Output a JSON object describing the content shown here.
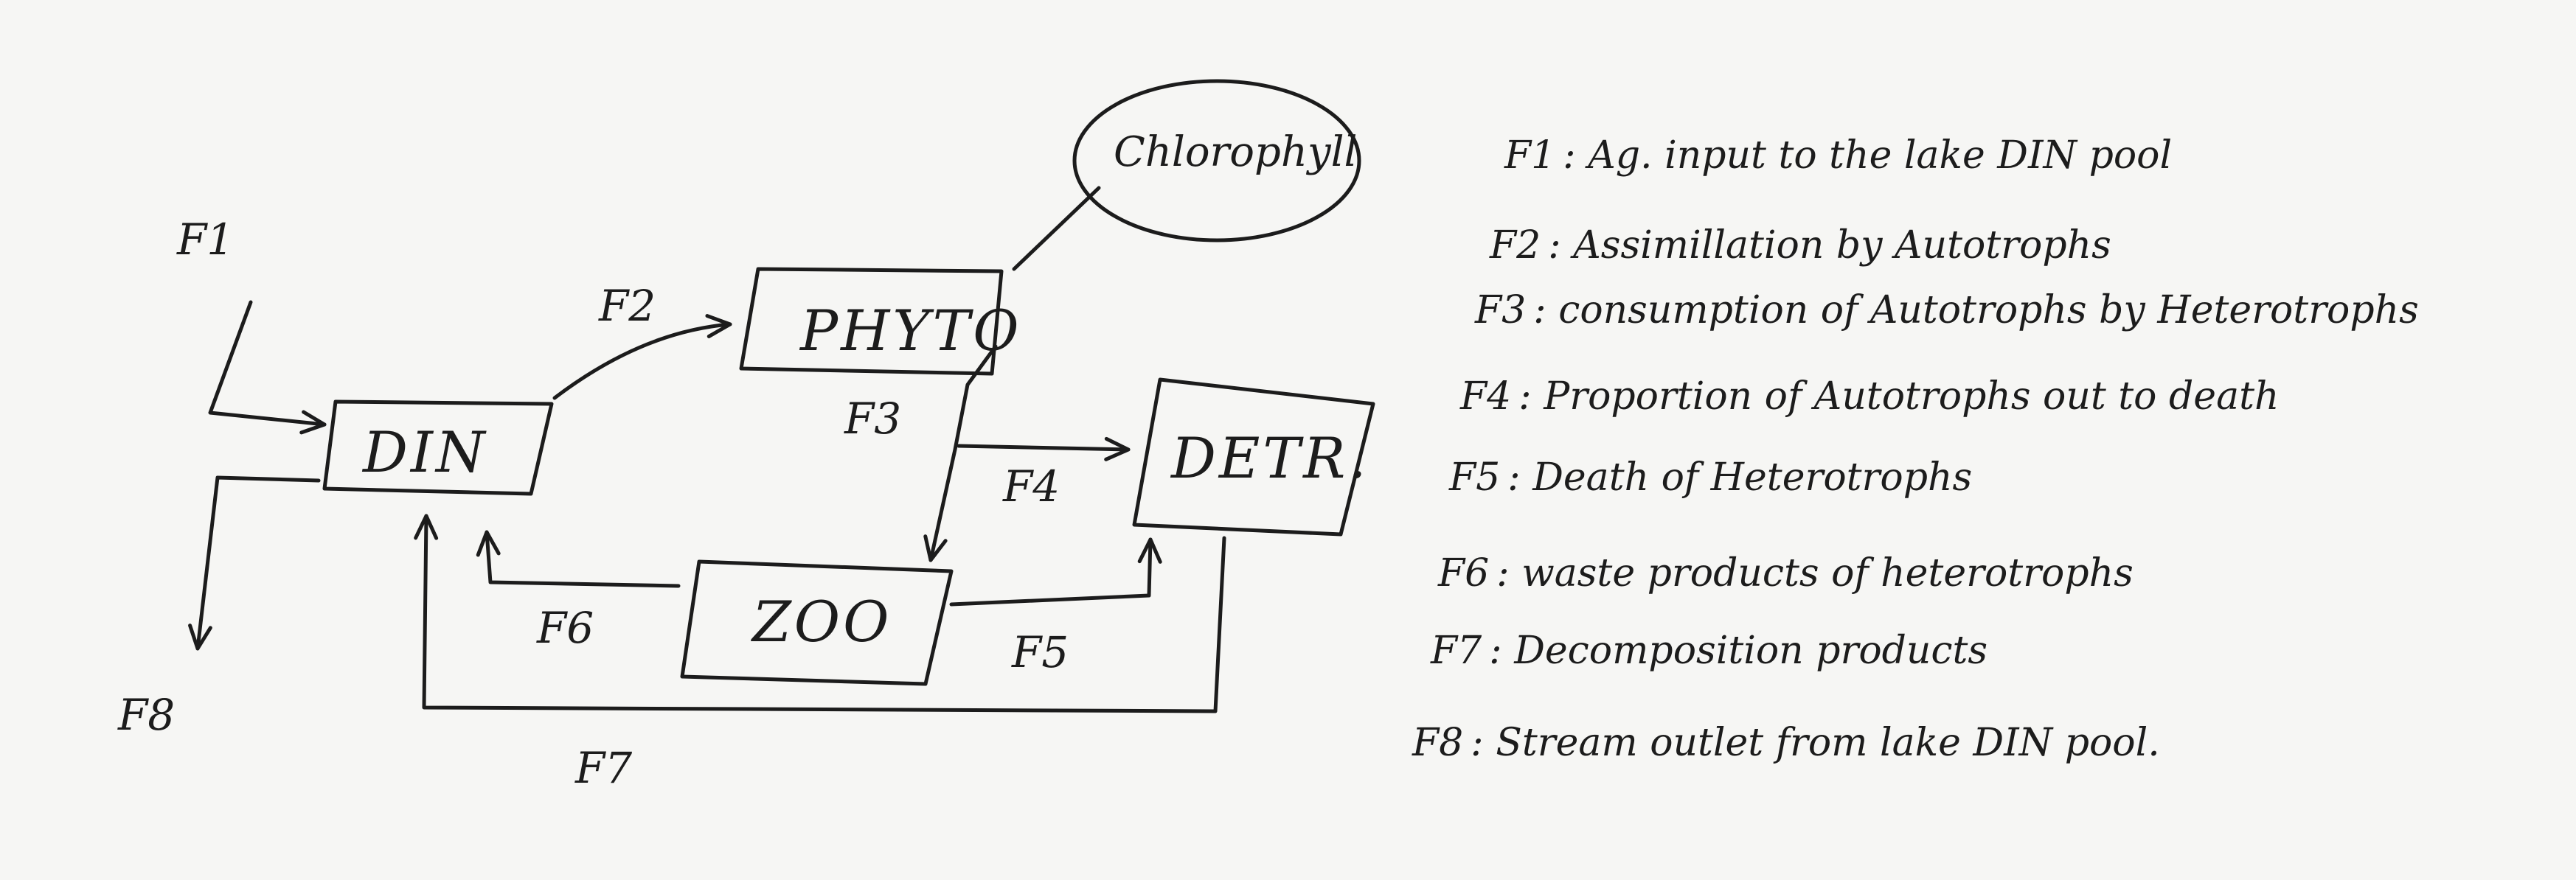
{
  "nodes": {
    "din": "DIN",
    "phyto": "PHYTO",
    "detr": "DETR.",
    "zoo": "ZOO",
    "chlorophyll": "Chlorophyll"
  },
  "flows": {
    "f1": "F1",
    "f2": "F2",
    "f3": "F3",
    "f4": "F4",
    "f5": "F5",
    "f6": "F6",
    "f7": "F7",
    "f8": "F8"
  },
  "legend": [
    {
      "key": "F1",
      "text": ": Ag. input to the lake DIN pool"
    },
    {
      "key": "F2",
      "text": ": Assimillation by Autotrophs"
    },
    {
      "key": "F3",
      "text": ": consumption of Autotrophs by Heterotrophs"
    },
    {
      "key": "F4",
      "text": ": Proportion of Autotrophs out to death"
    },
    {
      "key": "F5",
      "text": ": Death of Heterotrophs"
    },
    {
      "key": "F6",
      "text": ": waste products of heterotrophs"
    },
    {
      "key": "F7",
      "text": ": Decomposition products"
    },
    {
      "key": "F8",
      "text": ": Stream outlet from lake DIN pool."
    }
  ],
  "colors": {
    "ink": "#1c1c1c",
    "paper": "#f6f6f4"
  }
}
